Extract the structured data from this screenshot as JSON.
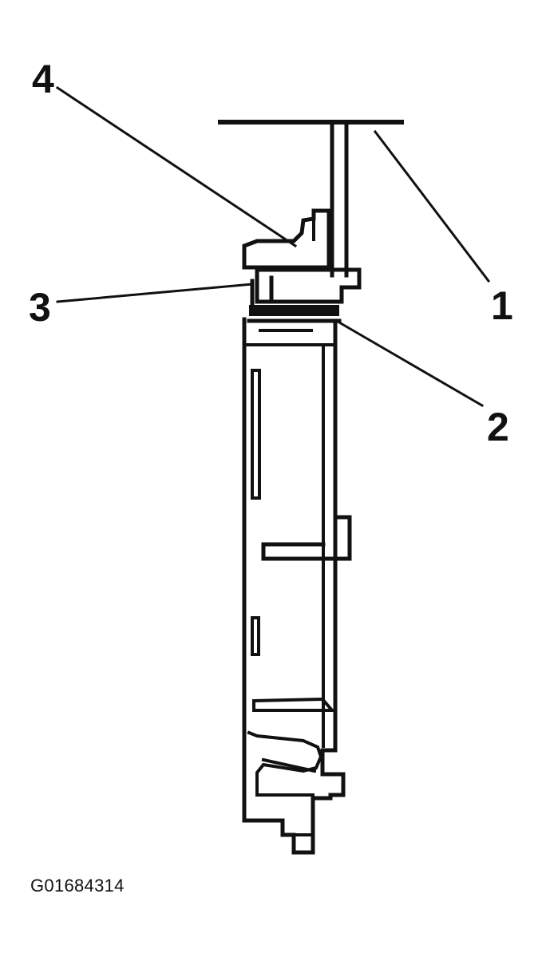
{
  "callouts": [
    {
      "label": "1"
    },
    {
      "label": "2"
    },
    {
      "label": "3"
    },
    {
      "label": "4"
    }
  ],
  "figure_id": "G01684314",
  "colors": {
    "line": "#111111",
    "background": "#ffffff"
  }
}
